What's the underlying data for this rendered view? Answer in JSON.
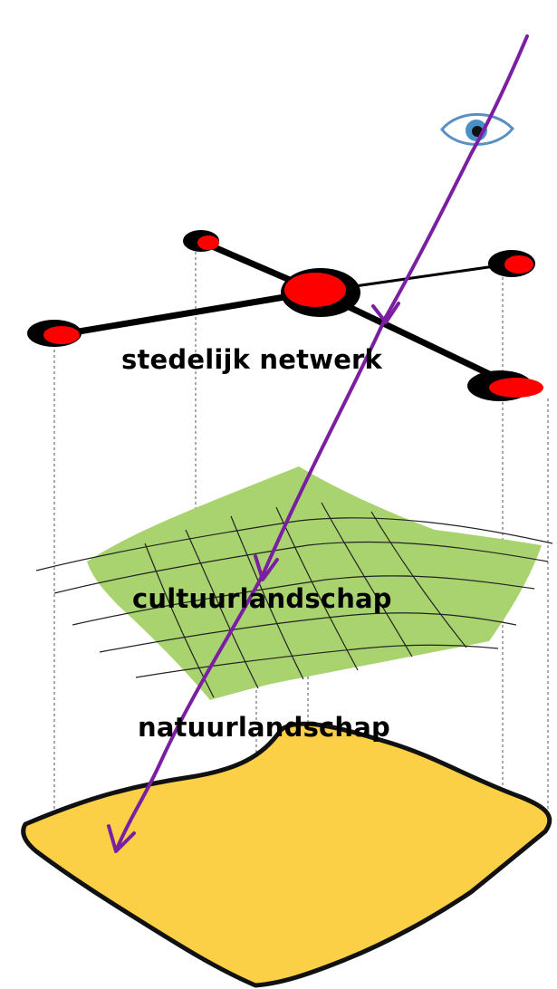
{
  "layers": {
    "network_label": "stedelijk netwerk",
    "culture_label": "cultuurlandschap",
    "nature_label": "natuurlandschap"
  },
  "colors": {
    "node_fill": "#ff0000",
    "culture_fill": "#a8d36e",
    "nature_fill": "#fbcf46",
    "arrow": "#7b1fa2",
    "eye_iris": "#4a90c8"
  },
  "icons": [
    "eye-icon"
  ]
}
